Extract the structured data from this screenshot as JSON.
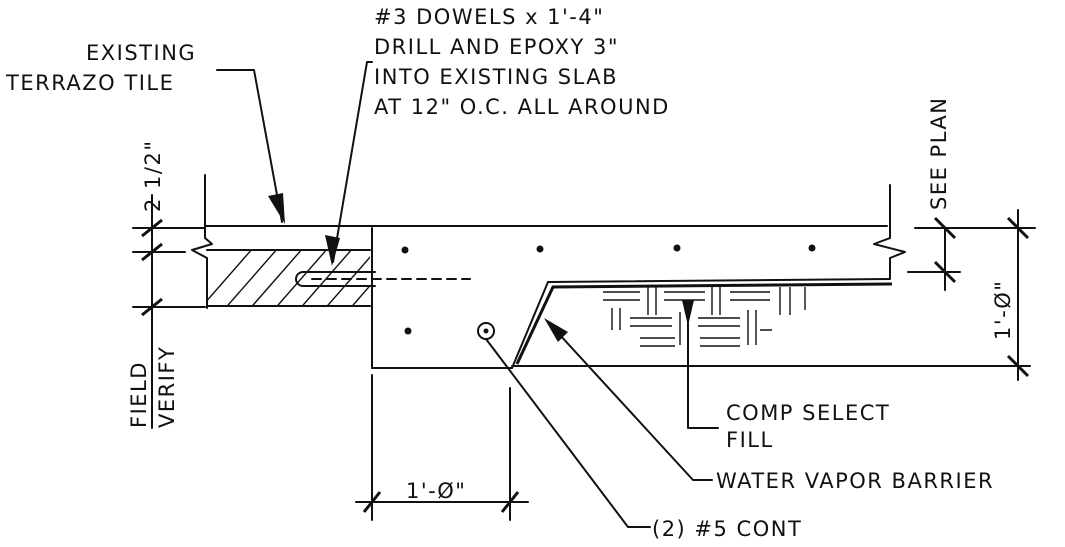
{
  "labels": {
    "existing_tile_1": "EXISTING",
    "existing_tile_2": "TERRAZO TILE",
    "dowels_1": "#3 DOWELS x 1'-4\"",
    "dowels_2": "DRILL AND EPOXY 3\"",
    "dowels_3": "INTO EXISTING SLAB",
    "dowels_4": "AT 12\" O.C. ALL AROUND",
    "see_plan": "SEE PLAN",
    "dim_top": "2 1/2\"",
    "field_verify_1": "FIELD",
    "field_verify_2": "VERIFY",
    "dim_right": "1'-Ø\"",
    "dim_bottom": "1'-Ø\"",
    "comp_fill_1": "COMP SELECT",
    "comp_fill_2": "FILL",
    "vapor_barrier": "WATER VAPOR BARRIER",
    "rebar": "(2) #5 CONT"
  }
}
